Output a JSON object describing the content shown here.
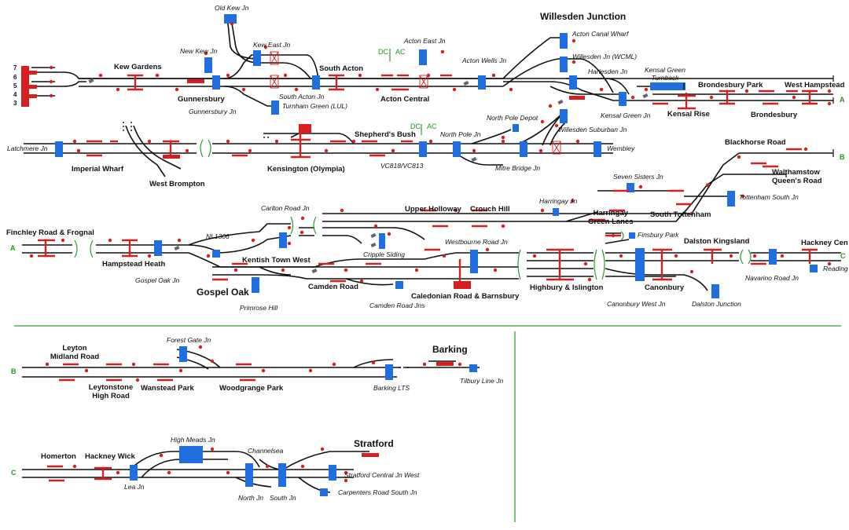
{
  "title": "Willesden Junction",
  "colors": {
    "track": "#111111",
    "block": "#1f6fe0",
    "platform": "#d81f1f",
    "signal": "#d81f1f",
    "divider": "#2e9a2e",
    "wagon": "#666666"
  },
  "stations": {
    "kew_gardens": "Kew Gardens",
    "gunnersbury": "Gunnersbury",
    "south_acton": "South Acton",
    "acton_central": "Acton Central",
    "kensal_rise": "Kensal Rise",
    "brondesbury_park": "Brondesbury Park",
    "brondesbury": "Brondesbury",
    "west_hampstead": "West Hampstead",
    "imperial_wharf": "Imperial Wharf",
    "west_brompton": "West Brompton",
    "kensington_olympia": "Kensington (Olympia)",
    "shepherds_bush": "Shepherd's Bush",
    "blackhorse_road": "Blackhorse Road",
    "walthamstow_qr": "Walthamstow\nQueen's Road",
    "south_tottenham": "South Tottenham",
    "harringay_gl": "Harringay\nGreen Lanes",
    "upper_holloway": "Upper Holloway",
    "crouch_hill": "Crouch Hill",
    "finchley_road": "Finchley Road & Frognal",
    "hampstead_heath": "Hampstead Heath",
    "kentish_town_west": "Kentish Town West",
    "gospel_oak": "Gospel Oak",
    "camden_road": "Camden Road",
    "caledonian_road": "Caledonian Road & Barnsbury",
    "highbury": "Highbury & Islington",
    "canonbury": "Canonbury",
    "dalston_kingsland": "Dalston Kingsland",
    "hackney_central": "Hackney Central",
    "leyton_midland": "Leyton\nMidland Road",
    "leytonstone": "Leytonstone\nHigh Road",
    "wanstead_park": "Wanstead Park",
    "woodgrange_park": "Woodgrange Park",
    "barking": "Barking",
    "homerton": "Homerton",
    "hackney_wick": "Hackney Wick",
    "stratford": "Stratford"
  },
  "junctions": {
    "old_kew": "Old Kew Jn",
    "new_kew": "New Kew Jn",
    "kew_east": "Kew East Jn",
    "south_acton_jn": "South Acton Jn",
    "turnham_green": "Turnham Green (LUL)",
    "gunnersbury_jn": "Gunnersbury Jn",
    "acton_east": "Acton East Jn",
    "acton_wells": "Acton Wells Jn",
    "acton_canal": "Acton Canal Wharf",
    "willesden_wcml": "Willesden Jn (WCML)",
    "harlesden": "Harlesden Jn",
    "kensal_green_turnback": "Kensal Green\nTurnback",
    "kensal_green_jn": "Kensal Green Jn",
    "willesden_suburban": "Willesden Suburban Jn",
    "north_pole_depot": "North Pole Depot",
    "north_pole_jn": "North Pole Jn",
    "vc818": "VC818/VC813",
    "mitre_bridge": "Mitre Bridge Jn",
    "wembley": "Wembley",
    "latchmere": "Latchmere Jn",
    "seven_sisters": "Seven Sisters Jn",
    "tottenham_south": "Tottenham South Jn",
    "harringay_jn": "Harringay Jn",
    "carlton_road": "Carlton Road Jn",
    "nl1306": "NL1306",
    "gospel_oak_jn": "Gospel Oak Jn",
    "cripple_siding": "Cripple Siding",
    "westbourne_road": "Westbourne Road Jn",
    "camden_road_jns": "Camden Road Jns",
    "primrose_hill": "Primrose Hill",
    "finsbury_park": "Finsbury Park",
    "canonbury_west": "Canonbury West Jn",
    "dalston_junction": "Dalston Junction",
    "navarino": "Navarino Road Jn",
    "reading_lane": "Reading",
    "forest_gate": "Forest Gate Jn",
    "barking_lts": "Barking LTS",
    "tilbury": "Tilbury Line Jn",
    "high_meads": "High Meads Jn",
    "channelsea": "Channelsea",
    "lea_jn": "Lea Jn",
    "north_jn": "North Jn",
    "south_jn": "South Jn",
    "stratford_central": "Stratford Central Jn West",
    "carpenters": "Carpenters Road South Jn"
  },
  "markers": {
    "a": "A",
    "b": "B",
    "c": "C",
    "dc": "DC",
    "ac": "AC"
  },
  "track_numbers": [
    "7",
    "6",
    "5",
    "4",
    "3"
  ]
}
